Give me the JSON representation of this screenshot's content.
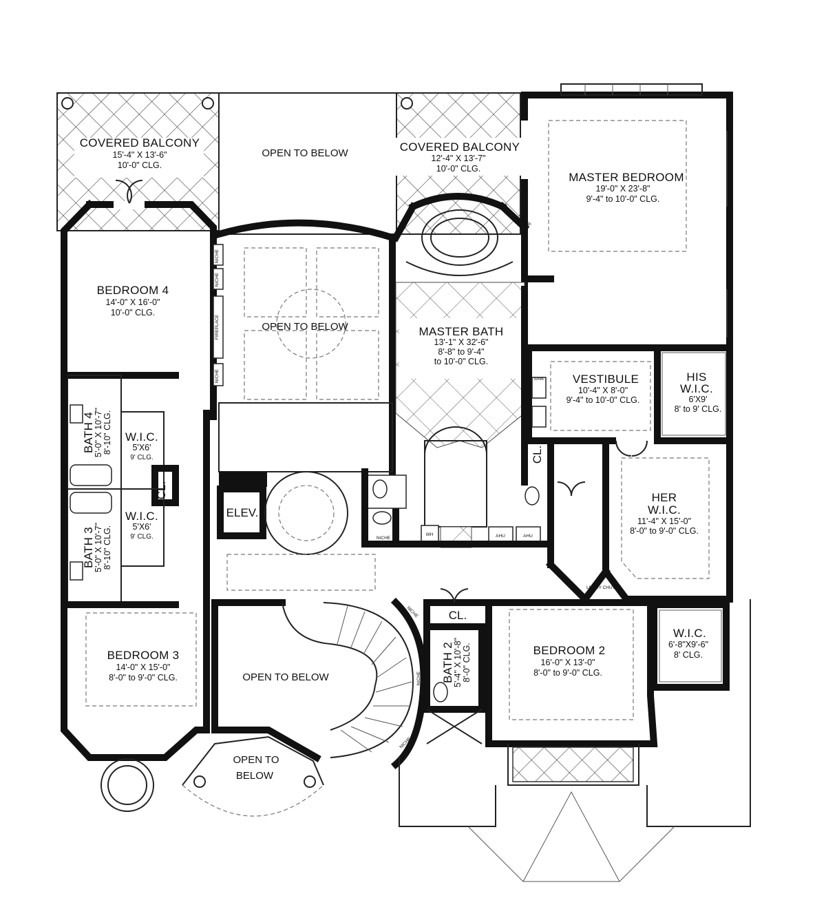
{
  "rooms": {
    "covered_balcony_left": {
      "name": "COVERED BALCONY",
      "dim": "15'-4\" X 13'-6\"",
      "clg": "10'-0\" CLG."
    },
    "covered_balcony_right": {
      "name": "COVERED BALCONY",
      "dim": "12'-4\" X 13'-7\"",
      "clg": "10'-0\" CLG."
    },
    "master_bedroom": {
      "name": "MASTER BEDROOM",
      "dim": "19'-0\" X 23'-8\"",
      "clg": "9'-4\" to 10'-0\" CLG."
    },
    "bedroom4": {
      "name": "BEDROOM 4",
      "dim": "14'-0\" X 16'-0\"",
      "clg": "10'-0\" CLG."
    },
    "master_bath": {
      "name": "MASTER BATH",
      "dim": "13'-1\" X 32'-6\"",
      "clg1": "8'-8\" to 9'-4\"",
      "clg2": "to 10'-0\" CLG."
    },
    "vestibule": {
      "name": "VESTIBULE",
      "dim": "10'-4\" X 8'-0\"",
      "clg": "9'-4\" to 10'-0\" CLG."
    },
    "his_wic": {
      "name1": "HIS",
      "name2": "W.I.C.",
      "dim": "6'X9'",
      "clg": "8' to 9' CLG."
    },
    "her_wic": {
      "name1": "HER",
      "name2": "W.I.C.",
      "dim": "11'-4\" X 15'-0\"",
      "clg": "8'-0\" to 9'-0\" CLG."
    },
    "wic_upper": {
      "name": "W.I.C.",
      "dim": "5'X6'",
      "clg": "9' CLG."
    },
    "wic_lower": {
      "name": "W.I.C.",
      "dim": "5'X6'",
      "clg": "9' CLG."
    },
    "bath4": {
      "name": "BATH 4",
      "dim": "5'-0\" X 10'-7\"",
      "clg": "8'-10\" CLG."
    },
    "bath3": {
      "name": "BATH 3",
      "dim": "5'-0\" X 10'-7\"",
      "clg": "8'-10\" CLG."
    },
    "bath2": {
      "name": "BATH 2",
      "dim": "5'-4\" X 10'-8\"",
      "clg": "8'-0\" CLG."
    },
    "bedroom3": {
      "name": "BEDROOM 3",
      "dim": "14'-0\" X 15'-0\"",
      "clg": "8'-0\" to 9'-0\" CLG."
    },
    "bedroom2": {
      "name": "BEDROOM 2",
      "dim": "16'-0\" X 13'-0\"",
      "clg": "8'-0\" to 9'-0\" CLG."
    },
    "wic_bed2": {
      "name": "W.I.C.",
      "dim": "6'-8\"X9'-6\"",
      "clg": "8' CLG."
    }
  },
  "open_to_below": {
    "top": "OPEN TO BELOW",
    "center": "OPEN TO BELOW",
    "stair": "OPEN TO BELOW",
    "bay_line1": "OPEN TO",
    "bay_line2": "BELOW"
  },
  "labels": {
    "elev": "ELEV.",
    "cl_left": "CL.",
    "cl_bath": "CL.",
    "cl_bottom": "CL.",
    "fireplace": "FIREPLACE",
    "niche": "NICHE",
    "wh": "WH",
    "ahu": "AHU",
    "sink": "SINK",
    "laundry": "LNDRY CHUTE"
  }
}
